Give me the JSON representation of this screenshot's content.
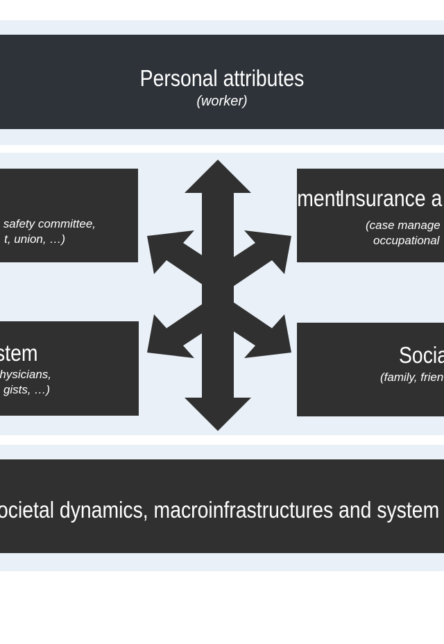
{
  "top": {
    "title": "Personal attributes",
    "subtitle": "(worker)"
  },
  "top_left": {
    "title": "ment",
    "sub_line1": "safety committee,",
    "sub_line2": "t, union, …)"
  },
  "top_right": {
    "title": "Insurance a",
    "sub_line1": "(case manage",
    "sub_line2": "occupational"
  },
  "bottom_left": {
    "title": "stem",
    "sub_line1": "hysicians,",
    "sub_line2": "gists, …)"
  },
  "bottom_right": {
    "title": "Socia",
    "sub_line1": "(family, frien"
  },
  "bottom": {
    "title": "ocietal dynamics, macroinfrastructures and system"
  },
  "colors": {
    "band": "#e9f0f8",
    "top_box": "#2e3339",
    "boxes": "#303030",
    "arrow": "#303030",
    "text": "#ffffff"
  }
}
